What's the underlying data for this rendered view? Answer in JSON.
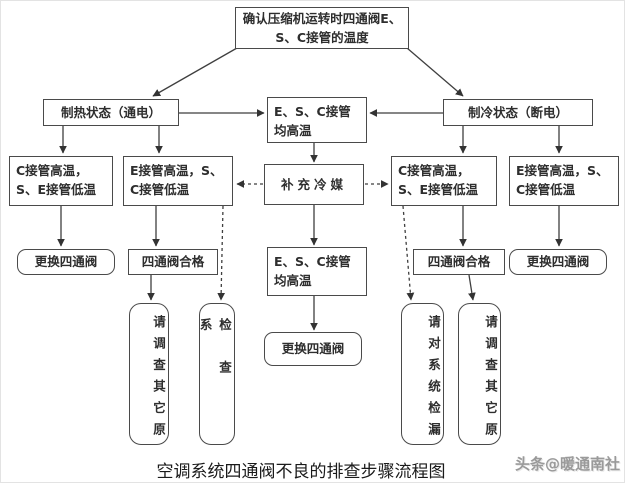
{
  "diagram": {
    "caption": "空调系统四通阀不良的排查步骤流程图",
    "watermark": "头条@暖通南社",
    "colors": {
      "line": "#3f3f3f",
      "box_border": "#4a4a4a",
      "text": "#2e2e2e",
      "watermark": "#9a9a9a",
      "background": "#ffffff"
    },
    "nodes": {
      "confirm": "确认压缩机运转时四通阀E、S、C接管的温度",
      "heating": "制热状态（通电）",
      "esc_all_hot_top": "E、S、C接管均高温",
      "cooling": "制冷状态（断电）",
      "heat_c_hot": "C接管高温，S、E接管低温",
      "heat_e_hot": "E接管高温，S、C接管低温",
      "refill": "补充冷媒",
      "cool_c_hot": "C接管高温，S、E接管低温",
      "cool_e_hot": "E接管高温，S、C接管低温",
      "replace_left": "更换四通阀",
      "valve_ok_left": "四通阀合格",
      "esc_all_hot_mid": "E、S、C接管均高温",
      "valve_ok_right": "四通阀合格",
      "replace_right": "更换四通阀",
      "replace_mid": "更换四通阀",
      "investigate_left": "请调查其它原",
      "inspect_system": "检查系",
      "leak_check": "请对系统检漏",
      "investigate_right": "请调查其它原"
    }
  }
}
